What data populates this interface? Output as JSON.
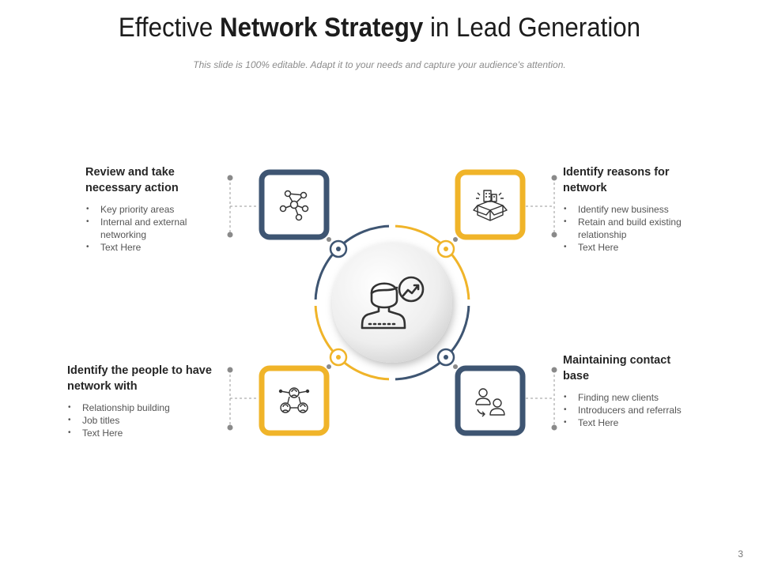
{
  "title": {
    "part1": "Effective ",
    "bold": "Network Strategy",
    "part2": " in Lead Generation"
  },
  "subtitle": "This slide is 100% editable. Adapt it to your needs and capture your audience's attention.",
  "colors": {
    "navy": "#3e5572",
    "gold": "#f0b429",
    "grey": "#8a8a8a"
  },
  "items": [
    {
      "heading": "Review and take necessary action",
      "bullets": [
        "Key priority areas",
        "Internal and external networking",
        "Text Here"
      ],
      "icon": "network-nodes-icon",
      "frame_color": "navy"
    },
    {
      "heading": "Identify reasons for network",
      "bullets": [
        "Identify new business",
        "Retain and build existing relationship",
        "Text Here"
      ],
      "icon": "box-buildings-icon",
      "frame_color": "gold"
    },
    {
      "heading": "Identify the people to have network with",
      "bullets": [
        "Relationship building",
        "Job titles",
        "Text Here"
      ],
      "icon": "people-connections-icon",
      "frame_color": "gold"
    },
    {
      "heading": "Maintaining contact base",
      "bullets": [
        "Finding new clients",
        "Introducers and referrals",
        "Text Here"
      ],
      "icon": "people-exchange-icon",
      "frame_color": "navy"
    }
  ],
  "center_icon": "person-growth-icon",
  "page_number": "3"
}
